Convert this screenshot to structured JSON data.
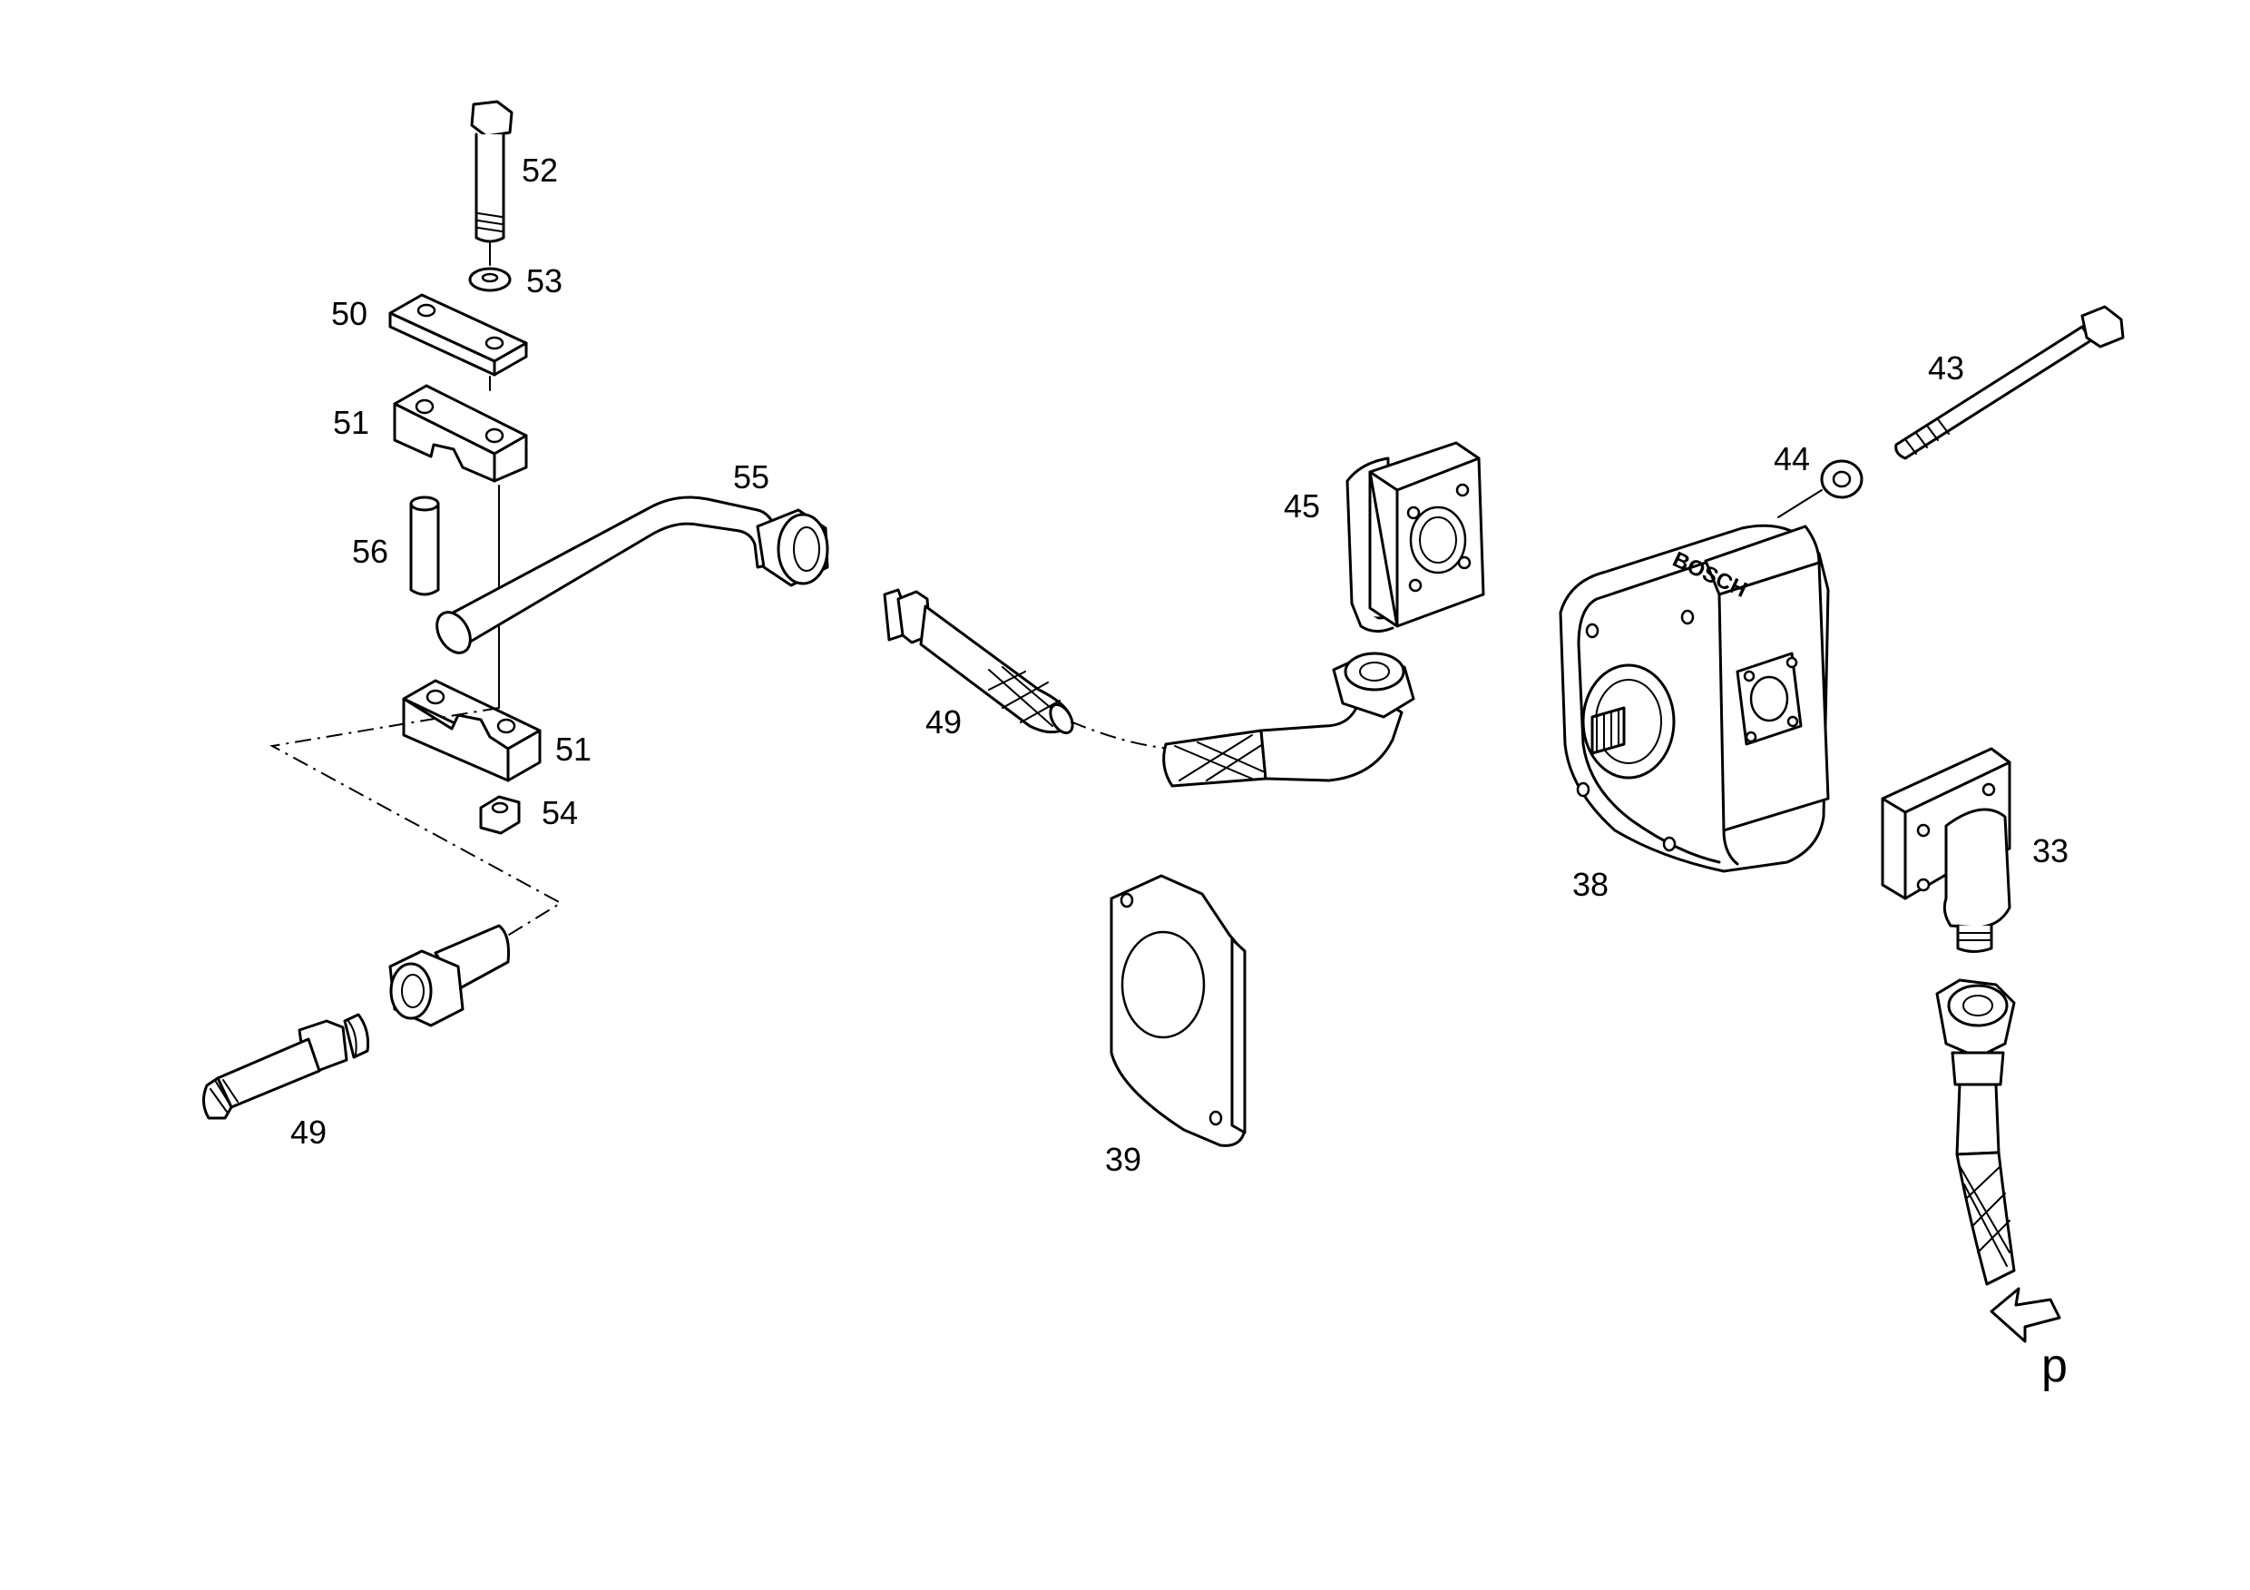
{
  "callouts": {
    "c52": "52",
    "c53": "53",
    "c50": "50",
    "c51_upper": "51",
    "c56": "56",
    "c55": "55",
    "c51_lower": "51",
    "c54": "54",
    "c49_left": "49",
    "c49_mid": "49",
    "c45": "45",
    "c39": "39",
    "c43": "43",
    "c44": "44",
    "c38": "38",
    "c33": "33"
  },
  "pressure_marker": "p",
  "pump_brand": "BOSCH"
}
